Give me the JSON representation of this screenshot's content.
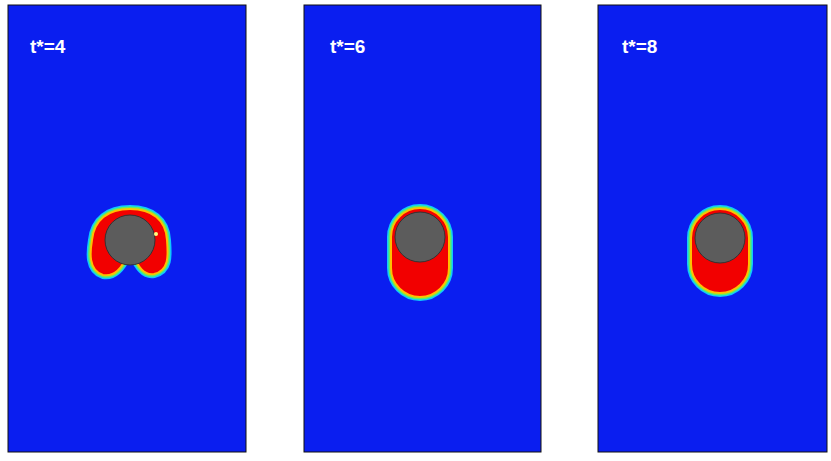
{
  "diagram": {
    "labels": [
      "t*=4",
      "t*=6",
      "t*=8"
    ]
  }
}
